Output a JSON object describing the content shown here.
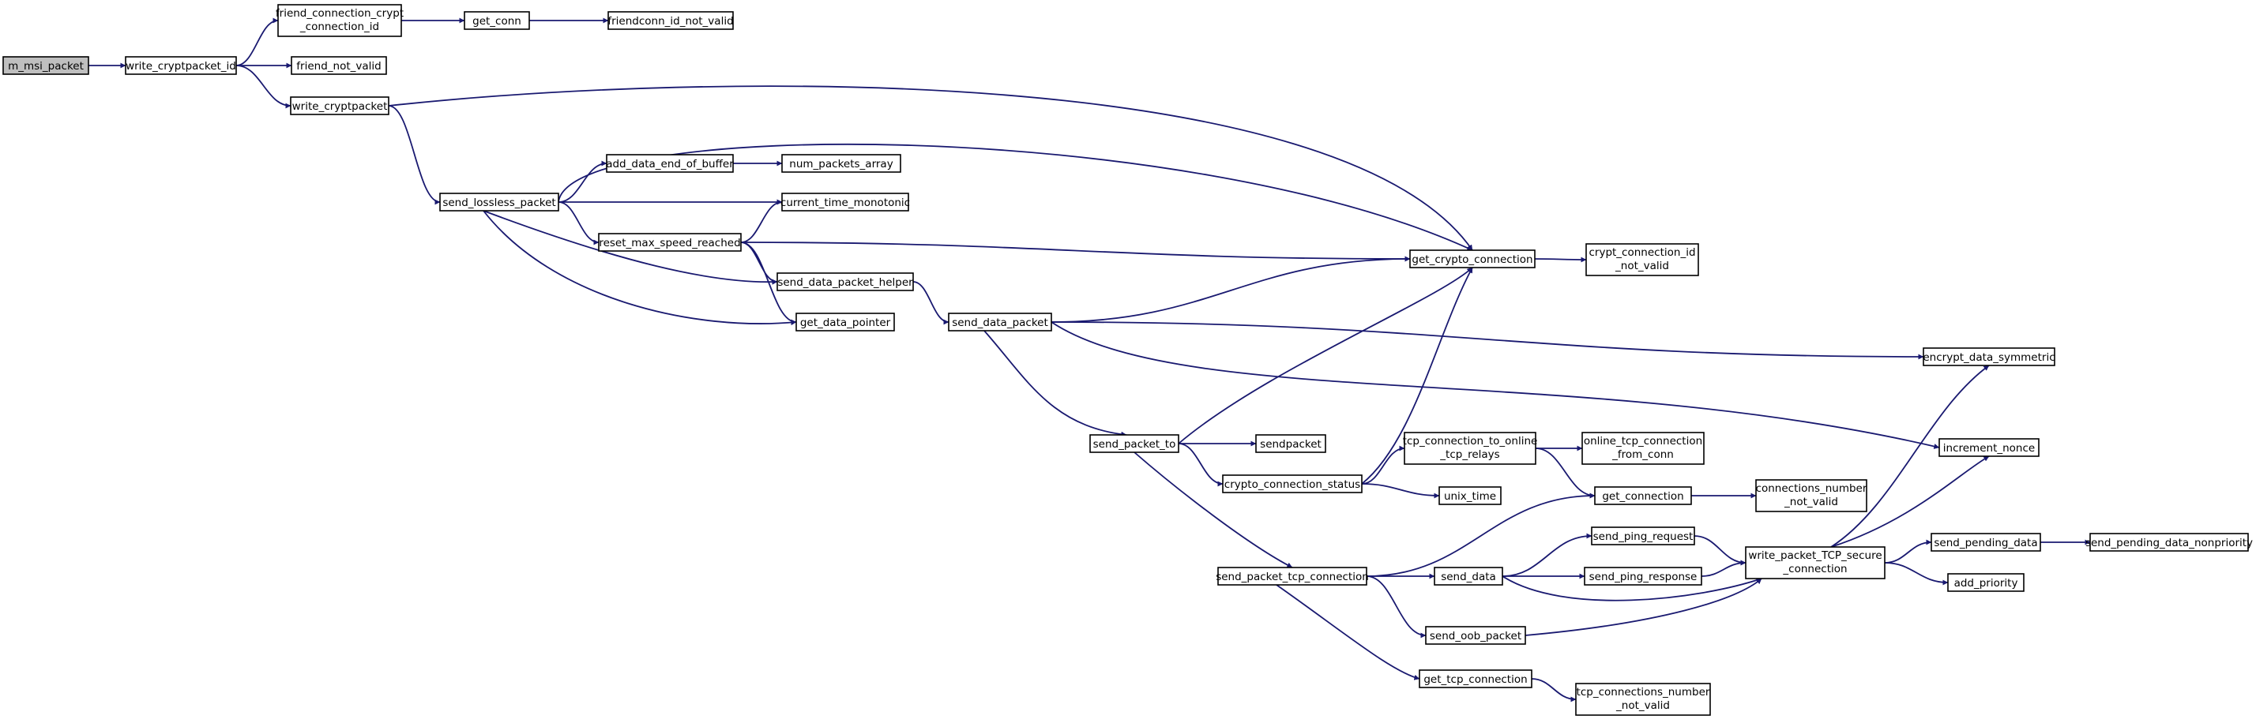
{
  "diagram": {
    "edge_color": "#191970",
    "root_fill": "#bfbfbf",
    "node_fill": "#ffffff",
    "nodes": [
      {
        "id": "m_msi_packet",
        "lines": [
          "m_msi_packet"
        ],
        "root": true
      },
      {
        "id": "write_cryptpacket_id",
        "lines": [
          "write_cryptpacket_id"
        ]
      },
      {
        "id": "friend_connection_crypt_connection_id",
        "lines": [
          "friend_connection_crypt",
          "_connection_id"
        ]
      },
      {
        "id": "friend_not_valid",
        "lines": [
          "friend_not_valid"
        ]
      },
      {
        "id": "write_cryptpacket",
        "lines": [
          "write_cryptpacket"
        ]
      },
      {
        "id": "get_conn",
        "lines": [
          "get_conn"
        ]
      },
      {
        "id": "friendconn_id_not_valid",
        "lines": [
          "friendconn_id_not_valid"
        ]
      },
      {
        "id": "send_lossless_packet",
        "lines": [
          "send_lossless_packet"
        ]
      },
      {
        "id": "add_data_end_of_buffer",
        "lines": [
          "add_data_end_of_buffer"
        ]
      },
      {
        "id": "num_packets_array",
        "lines": [
          "num_packets_array"
        ]
      },
      {
        "id": "current_time_monotonic",
        "lines": [
          "current_time_monotonic"
        ]
      },
      {
        "id": "reset_max_speed_reached",
        "lines": [
          "reset_max_speed_reached"
        ]
      },
      {
        "id": "send_data_packet_helper",
        "lines": [
          "send_data_packet_helper"
        ]
      },
      {
        "id": "get_data_pointer",
        "lines": [
          "get_data_pointer"
        ]
      },
      {
        "id": "get_crypto_connection",
        "lines": [
          "get_crypto_connection"
        ]
      },
      {
        "id": "crypt_connection_id_not_valid",
        "lines": [
          "crypt_connection_id",
          "_not_valid"
        ]
      },
      {
        "id": "send_data_packet",
        "lines": [
          "send_data_packet"
        ]
      },
      {
        "id": "encrypt_data_symmetric",
        "lines": [
          "encrypt_data_symmetric"
        ]
      },
      {
        "id": "send_packet_to",
        "lines": [
          "send_packet_to"
        ]
      },
      {
        "id": "sendpacket",
        "lines": [
          "sendpacket"
        ]
      },
      {
        "id": "increment_nonce",
        "lines": [
          "increment_nonce"
        ]
      },
      {
        "id": "tcp_connection_to_online_tcp_relays",
        "lines": [
          "tcp_connection_to_online",
          "_tcp_relays"
        ]
      },
      {
        "id": "online_tcp_connection_from_conn",
        "lines": [
          "online_tcp_connection",
          "_from_conn"
        ]
      },
      {
        "id": "crypto_connection_status",
        "lines": [
          "crypto_connection_status"
        ]
      },
      {
        "id": "unix_time",
        "lines": [
          "unix_time"
        ]
      },
      {
        "id": "get_connection",
        "lines": [
          "get_connection"
        ]
      },
      {
        "id": "connections_number_not_valid",
        "lines": [
          "connections_number",
          "_not_valid"
        ]
      },
      {
        "id": "send_ping_request",
        "lines": [
          "send_ping_request"
        ]
      },
      {
        "id": "send_packet_tcp_connection",
        "lines": [
          "send_packet_tcp_connection"
        ]
      },
      {
        "id": "send_data",
        "lines": [
          "send_data"
        ]
      },
      {
        "id": "send_ping_response",
        "lines": [
          "send_ping_response"
        ]
      },
      {
        "id": "write_packet_TCP_secure_connection",
        "lines": [
          "write_packet_TCP_secure",
          "_connection"
        ]
      },
      {
        "id": "send_pending_data",
        "lines": [
          "send_pending_data"
        ]
      },
      {
        "id": "send_pending_data_nonpriority",
        "lines": [
          "send_pending_data_nonpriority"
        ]
      },
      {
        "id": "add_priority",
        "lines": [
          "add_priority"
        ]
      },
      {
        "id": "send_oob_packet",
        "lines": [
          "send_oob_packet"
        ]
      },
      {
        "id": "get_tcp_connection",
        "lines": [
          "get_tcp_connection"
        ]
      },
      {
        "id": "tcp_connections_number_not_valid",
        "lines": [
          "tcp_connections_number",
          "_not_valid"
        ]
      }
    ],
    "edges": [
      [
        "m_msi_packet",
        "write_cryptpacket_id"
      ],
      [
        "write_cryptpacket_id",
        "friend_connection_crypt_connection_id"
      ],
      [
        "write_cryptpacket_id",
        "friend_not_valid"
      ],
      [
        "write_cryptpacket_id",
        "write_cryptpacket"
      ],
      [
        "friend_connection_crypt_connection_id",
        "get_conn"
      ],
      [
        "get_conn",
        "friendconn_id_not_valid"
      ],
      [
        "write_cryptpacket",
        "get_crypto_connection"
      ],
      [
        "write_cryptpacket",
        "send_lossless_packet"
      ],
      [
        "send_lossless_packet",
        "get_crypto_connection"
      ],
      [
        "send_lossless_packet",
        "add_data_end_of_buffer"
      ],
      [
        "send_lossless_packet",
        "current_time_monotonic"
      ],
      [
        "send_lossless_packet",
        "reset_max_speed_reached"
      ],
      [
        "send_lossless_packet",
        "send_data_packet_helper"
      ],
      [
        "send_lossless_packet",
        "get_data_pointer"
      ],
      [
        "add_data_end_of_buffer",
        "num_packets_array"
      ],
      [
        "reset_max_speed_reached",
        "current_time_monotonic"
      ],
      [
        "reset_max_speed_reached",
        "get_crypto_connection"
      ],
      [
        "reset_max_speed_reached",
        "send_data_packet_helper"
      ],
      [
        "reset_max_speed_reached",
        "get_data_pointer"
      ],
      [
        "send_data_packet_helper",
        "send_data_packet"
      ],
      [
        "get_crypto_connection",
        "crypt_connection_id_not_valid"
      ],
      [
        "send_data_packet",
        "get_crypto_connection"
      ],
      [
        "send_data_packet",
        "encrypt_data_symmetric"
      ],
      [
        "send_data_packet",
        "increment_nonce"
      ],
      [
        "send_data_packet",
        "send_packet_to"
      ],
      [
        "send_packet_to",
        "get_crypto_connection"
      ],
      [
        "send_packet_to",
        "sendpacket"
      ],
      [
        "send_packet_to",
        "crypto_connection_status"
      ],
      [
        "send_packet_to",
        "send_packet_tcp_connection"
      ],
      [
        "crypto_connection_status",
        "get_crypto_connection"
      ],
      [
        "crypto_connection_status",
        "tcp_connection_to_online_tcp_relays"
      ],
      [
        "crypto_connection_status",
        "unix_time"
      ],
      [
        "tcp_connection_to_online_tcp_relays",
        "online_tcp_connection_from_conn"
      ],
      [
        "tcp_connection_to_online_tcp_relays",
        "get_connection"
      ],
      [
        "get_connection",
        "connections_number_not_valid"
      ],
      [
        "send_packet_tcp_connection",
        "get_connection"
      ],
      [
        "send_packet_tcp_connection",
        "send_data"
      ],
      [
        "send_packet_tcp_connection",
        "send_oob_packet"
      ],
      [
        "send_packet_tcp_connection",
        "get_tcp_connection"
      ],
      [
        "send_data",
        "send_ping_request"
      ],
      [
        "send_data",
        "send_ping_response"
      ],
      [
        "send_data",
        "write_packet_TCP_secure_connection"
      ],
      [
        "send_ping_request",
        "write_packet_TCP_secure_connection"
      ],
      [
        "send_ping_response",
        "write_packet_TCP_secure_connection"
      ],
      [
        "send_oob_packet",
        "write_packet_TCP_secure_connection"
      ],
      [
        "write_packet_TCP_secure_connection",
        "encrypt_data_symmetric"
      ],
      [
        "write_packet_TCP_secure_connection",
        "increment_nonce"
      ],
      [
        "write_packet_TCP_secure_connection",
        "send_pending_data"
      ],
      [
        "write_packet_TCP_secure_connection",
        "add_priority"
      ],
      [
        "send_pending_data",
        "send_pending_data_nonpriority"
      ],
      [
        "get_tcp_connection",
        "tcp_connections_number_not_valid"
      ]
    ]
  }
}
